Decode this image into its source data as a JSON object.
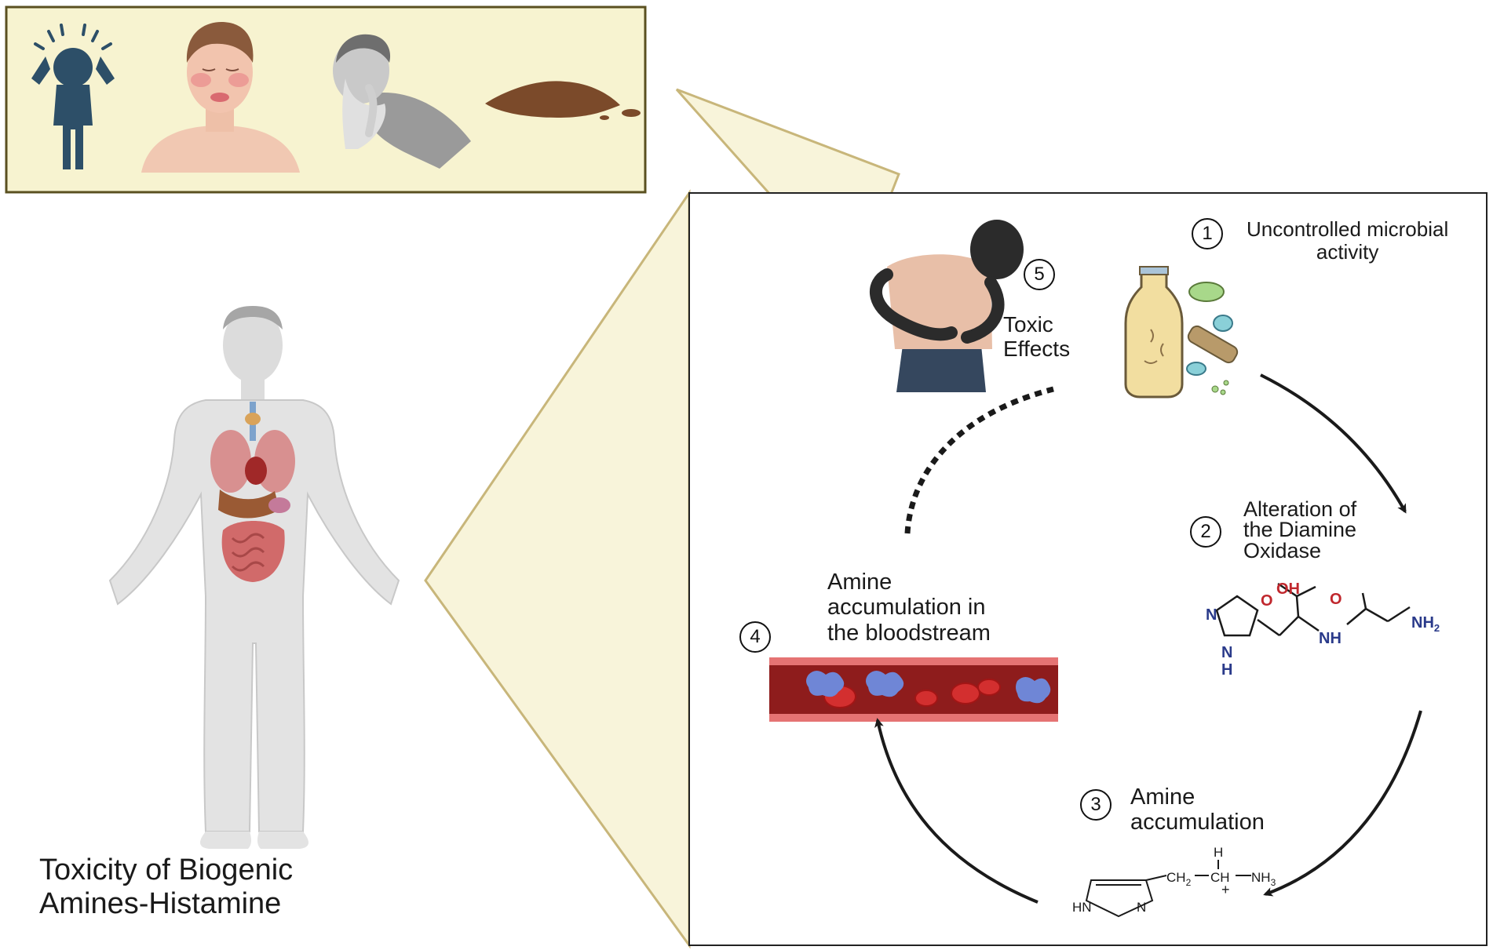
{
  "colors": {
    "callout_fill": "#f7f3d0",
    "callout_border": "#5a5020",
    "zoom_fill": "#f8f4da",
    "zoom_stroke": "#c8b67a",
    "panel_border": "#222222",
    "skin": "#f0c8b0",
    "organ_red": "#c9575a",
    "blood_red": "#c0272d",
    "amine_blue": "#6f86d6",
    "arrow": "#1a1a1a"
  },
  "icons": {
    "headache": "headache-person-icon",
    "flushing": "facial-flushing-icon",
    "nausea": "nausea-person-icon",
    "diarrhea": "diarrhea-puddle-icon",
    "body": "human-body-organs-icon",
    "stomach_ache": "stomach-ache-person-icon",
    "microbes": "bottle-bacteria-icon",
    "blood_vessel": "blood-vessel-icon"
  },
  "title": {
    "line1": "Toxicity of Biogenic",
    "line2": "Amines-Histamine"
  },
  "steps": [
    {
      "num": "1",
      "line1": "Uncontrolled microbial",
      "line2": "activity"
    },
    {
      "num": "2",
      "line1": "Alteration of",
      "line2": "the Diamine",
      "line3": "Oxidase"
    },
    {
      "num": "3",
      "line1": "Amine",
      "line2": "accumulation"
    },
    {
      "num": "4",
      "line1": "Amine",
      "line2": "accumulation in",
      "line3": "the bloodstream"
    },
    {
      "num": "5",
      "line1": "Toxic",
      "line2": "Effects"
    }
  ],
  "molecule_dao": {
    "oh": "OH",
    "o1": "O",
    "o2": "O",
    "n": "N",
    "nh_ring": "N",
    "h_ring": "H",
    "nh": "NH",
    "nh2": "NH",
    "nh2_sub": "2"
  },
  "molecule_histamine": {
    "h": "H",
    "ch2": "CH",
    "ch2_sub": "2",
    "ch": "CH",
    "nh3": "NH",
    "nh3_sub": "3",
    "plus": "+",
    "hn": "HN",
    "n": "N"
  }
}
